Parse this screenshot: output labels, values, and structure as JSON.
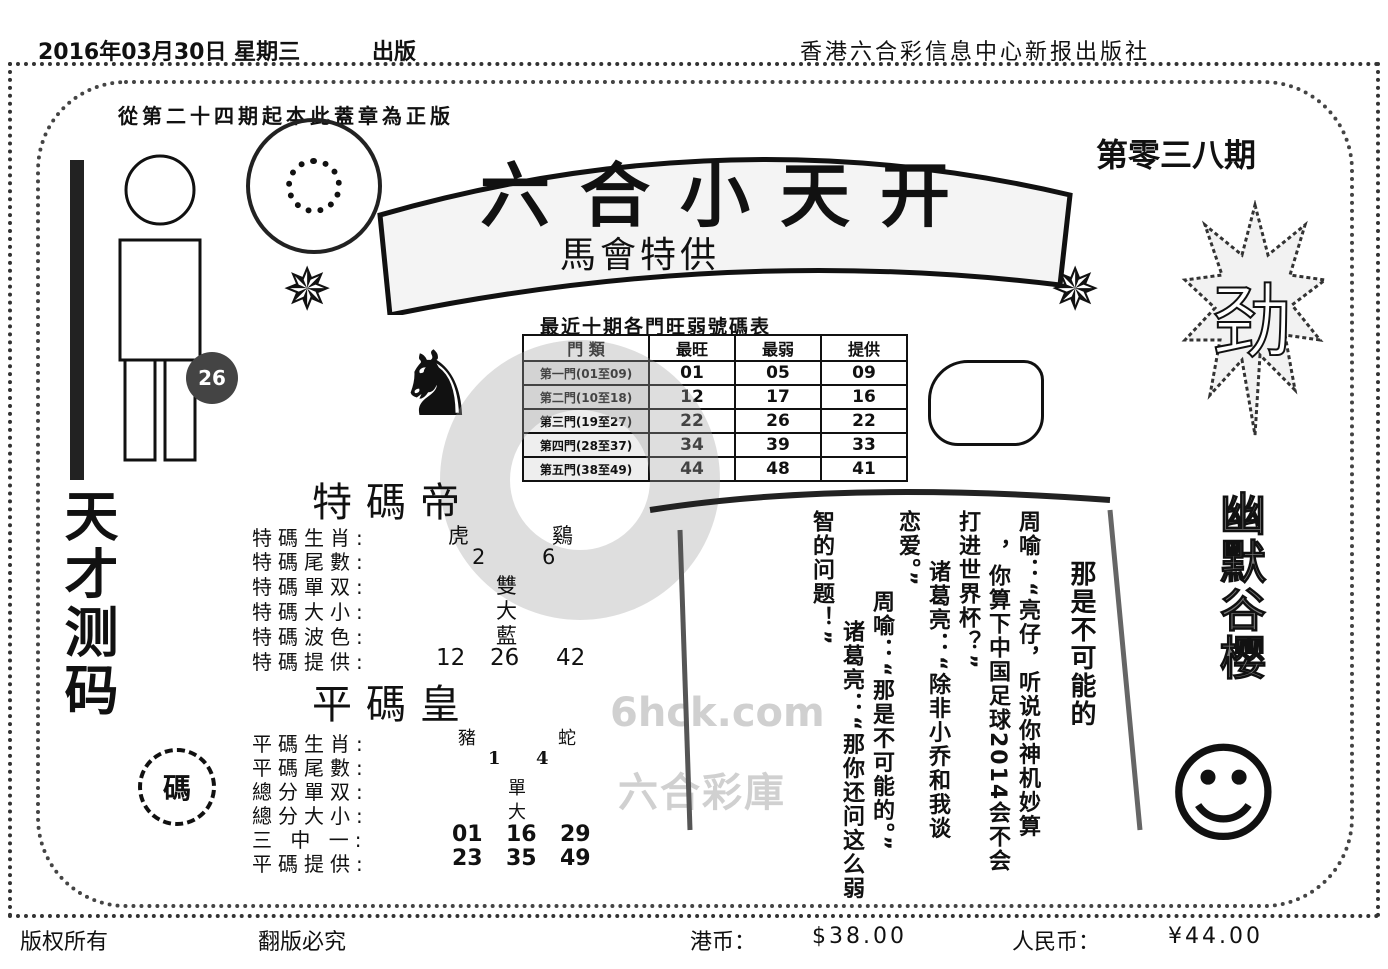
{
  "header": {
    "date": "2016年03月30日 星期三",
    "publish": "出版",
    "publisher": "香港六合彩信息中心新报出版社"
  },
  "notice": "從第二十四期起本此蓋章為正版",
  "issue": "第零三八期",
  "banner": {
    "title": "六合小天开",
    "subtitle": "馬會特供"
  },
  "ball_number": "26",
  "left_slogan": "天才测码",
  "badge_char": "碼",
  "right_burst": "劲",
  "right_slogan": "幽默谷樱",
  "door_table": {
    "title": "最近十期各門旺弱號碼表",
    "headers": [
      "門 類",
      "最旺",
      "最弱",
      "提供"
    ],
    "rows": [
      [
        "第一門(01至09)",
        "01",
        "05",
        "09"
      ],
      [
        "第二門(10至18)",
        "12",
        "17",
        "16"
      ],
      [
        "第三門(19至27)",
        "22",
        "26",
        "22"
      ],
      [
        "第四門(28至37)",
        "34",
        "39",
        "33"
      ],
      [
        "第五門(38至49)",
        "44",
        "48",
        "41"
      ]
    ]
  },
  "special": {
    "title": "特碼帝",
    "zodiac_label": "特碼生肖:",
    "zodiac": [
      "虎",
      "鷄"
    ],
    "tail_label": "特碼尾數:",
    "tail": [
      "2",
      "6"
    ],
    "oddeven_label": "特碼單双:",
    "oddeven": "雙",
    "size_label": "特碼大小:",
    "size": "大",
    "color_label": "特碼波色:",
    "color": "藍",
    "offer_label": "特碼提供:",
    "offer": [
      "12",
      "26",
      "42"
    ]
  },
  "regular": {
    "title": "平碼皇",
    "zodiac_label": "平碼生肖:",
    "zodiac": [
      "豬",
      "蛇"
    ],
    "tail_label": "平碼尾數:",
    "tail": [
      "1",
      "4"
    ],
    "oddeven_label": "總分單双:",
    "oddeven": "單",
    "size_label": "總分大小:",
    "size": "大",
    "three_label": "三 中 一:",
    "three": [
      "01",
      "16",
      "29"
    ],
    "offer_label": "平碼提供:",
    "offer": [
      "23",
      "35",
      "49"
    ]
  },
  "joke_columns": [
    "周喻：“亮仔，听说你神机妙算",
    "，你算下中国足球2014会不会",
    "打进世界杯？”",
    "诸葛亮：“除非小乔和我谈",
    "恋爱。”",
    "周喻：“那是不可能的。”",
    "诸葛亮：“那你还问这么弱",
    "智的问题！”"
  ],
  "big_quote": "那是不可能的",
  "watermark": {
    "site": "6hck.com",
    "name": "六合彩庫"
  },
  "footer": {
    "copyright": "版权所有",
    "piracy": "翻版必究",
    "hkd_label": "港币：",
    "hkd": "$38.00",
    "rmb_label": "人民币：",
    "rmb": "¥44.00"
  }
}
